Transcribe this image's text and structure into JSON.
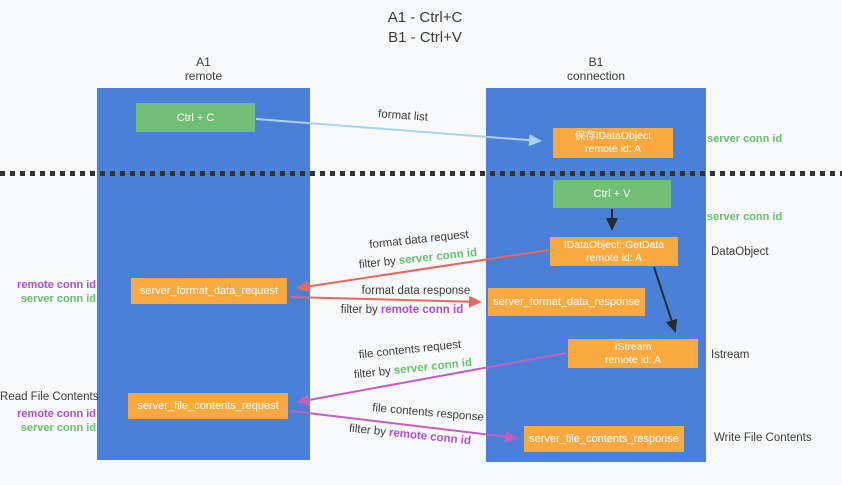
{
  "title": {
    "line1": "A1 - Ctrl+C",
    "line2": "B1 - Ctrl+V"
  },
  "columns": {
    "left": {
      "name": "A1",
      "subtitle": "remote"
    },
    "right": {
      "name": "B1",
      "subtitle": "connection"
    }
  },
  "nodes": {
    "ctrl_c": "Ctrl + C",
    "ctrl_v": "Ctrl + V",
    "save_idataobject_line1": "保存IDataObject",
    "save_idataobject_line2": "remote id: A",
    "getdata_line1": "IDataObject::GetData",
    "getdata_line2": "remote id: A",
    "istream_line1": "IStream",
    "istream_line2": "remote id: A",
    "format_request": "server_format_data_request",
    "format_response": "server_format_data_response",
    "file_request": "server_file_contents_request",
    "file_response": "server_file_contents_response"
  },
  "edge_labels": {
    "format_list": "format list",
    "format_data_request": "format data request",
    "format_data_request_filter_prefix": "filter by",
    "format_data_request_filter_key": "server conn id",
    "format_data_response": "format data response",
    "format_data_response_filter_prefix": "filter by",
    "format_data_response_filter_key": "remote conn id",
    "file_contents_request": "file contents request",
    "file_contents_request_filter_prefix": "filter by",
    "file_contents_request_filter_key": "server conn id",
    "file_contents_response": "file contents response",
    "file_contents_response_filter_prefix": "filter by",
    "file_contents_response_filter_key": "remote conn id"
  },
  "side_labels": {
    "server_conn_id_top": "server conn id",
    "server_conn_id_mid": "server conn id",
    "dataobject": "DataObject",
    "istream": "Istream",
    "write_file_contents": "Write File Contents",
    "read_file_contents": "Read File Contents",
    "format_pair_remote": "remote conn id",
    "format_pair_server": "server conn id",
    "file_pair_remote": "remote conn id",
    "file_pair_server": "server conn id"
  },
  "colors": {
    "column_blue": "#4a80d8",
    "node_green": "#71bf75",
    "node_orange": "#f9a940",
    "arrow_light_blue": "#a9d3ee",
    "arrow_black": "#2b2b2b",
    "arrow_red": "#e8675f",
    "arrow_magenta": "#c45ec0",
    "text_green": "#68c06e",
    "text_purple": "#ab4fd0",
    "text_dark": "#3b3b3b"
  }
}
